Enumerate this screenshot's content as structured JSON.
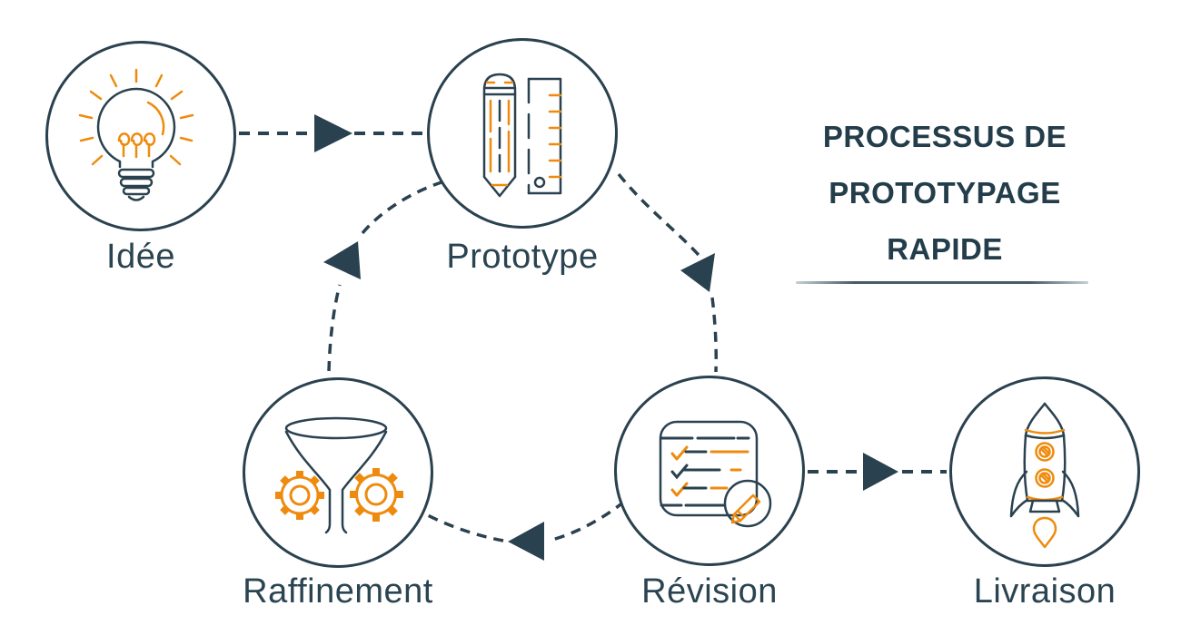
{
  "title": {
    "lines": [
      "PROCESSUS DE",
      "PROTOTYPAGE",
      "RAPIDE"
    ]
  },
  "nodes": [
    {
      "id": "idea",
      "label": "Idée",
      "icon": "lightbulb-icon"
    },
    {
      "id": "prototype",
      "label": "Prototype",
      "icon": "pencil-ruler-icon"
    },
    {
      "id": "revision",
      "label": "Révision",
      "icon": "checklist-pencil-icon"
    },
    {
      "id": "refinement",
      "label": "Raffinement",
      "icon": "funnel-gears-icon"
    },
    {
      "id": "delivery",
      "label": "Livraison",
      "icon": "rocket-icon"
    }
  ],
  "connections": [
    {
      "from": "Idée",
      "to": "Prototype",
      "style": "dashed-arrow"
    },
    {
      "from": "Prototype",
      "to": "Révision",
      "style": "dashed-arrow-curved"
    },
    {
      "from": "Révision",
      "to": "Raffinement",
      "style": "dashed-arrow-curved"
    },
    {
      "from": "Raffinement",
      "to": "Prototype",
      "style": "dashed-arrow-curved"
    },
    {
      "from": "Révision",
      "to": "Livraison",
      "style": "dashed-arrow"
    }
  ],
  "colors": {
    "navy": "#2A414F",
    "orange": "#EE8B0E",
    "title_text": "#243D4B",
    "label_text": "#2B4451",
    "background": "#FFFFFF"
  }
}
